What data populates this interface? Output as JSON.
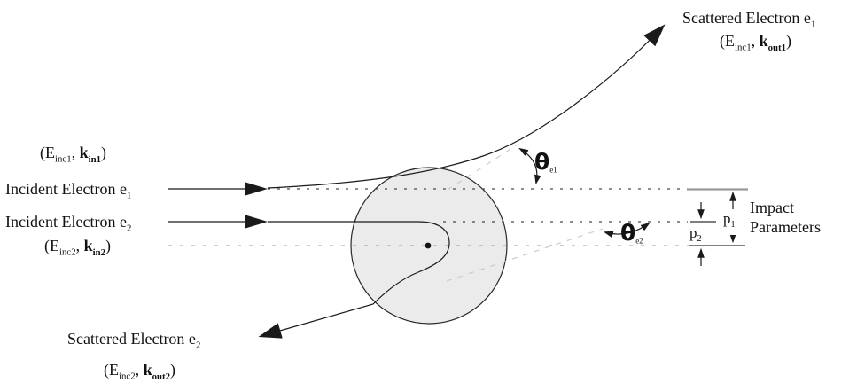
{
  "figure": {
    "type": "physics-scattering-diagram",
    "description": "Two incident electrons scattering off a target with impact parameters p1 and p2 and scattering angles theta_e1 and theta_e2",
    "colors": {
      "background": "#ffffff",
      "target_fill": "#ebebeb",
      "solid_line": "#1a1a1a",
      "dash_dark": "#4a4a4a",
      "dash_mid": "#999999",
      "dash_light": "#c9c9c9"
    },
    "labels": {
      "energy_in1": {
        "runs": [
          {
            "t": "(E"
          },
          {
            "t": "inc1",
            "s": "sub"
          },
          {
            "t": ", "
          },
          {
            "t": "k",
            "s": "b"
          },
          {
            "t": "in1",
            "s": "bsub"
          },
          {
            "t": ")"
          }
        ]
      },
      "incident1": {
        "runs": [
          {
            "t": "Incident Electron e"
          },
          {
            "t": "1",
            "s": "sub"
          }
        ]
      },
      "incident2": {
        "runs": [
          {
            "t": "Incident Electron e"
          },
          {
            "t": "2",
            "s": "sub"
          }
        ]
      },
      "energy_in2": {
        "runs": [
          {
            "t": "(E"
          },
          {
            "t": "inc2",
            "s": "sub"
          },
          {
            "t": ", "
          },
          {
            "t": "k",
            "s": "b"
          },
          {
            "t": "in2",
            "s": "bsub"
          },
          {
            "t": ")"
          }
        ]
      },
      "scattered1": {
        "runs": [
          {
            "t": "Scattered Electron e"
          },
          {
            "t": "1",
            "s": "sub"
          }
        ]
      },
      "energy_out1": {
        "runs": [
          {
            "t": "(E"
          },
          {
            "t": "inc1",
            "s": "sub"
          },
          {
            "t": ", "
          },
          {
            "t": "k",
            "s": "b"
          },
          {
            "t": "out1",
            "s": "bsub"
          },
          {
            "t": ")"
          }
        ]
      },
      "scattered2": {
        "runs": [
          {
            "t": "Scattered Electron e"
          },
          {
            "t": "2",
            "s": "sub"
          }
        ]
      },
      "energy_out2": {
        "runs": [
          {
            "t": "(E"
          },
          {
            "t": "inc2",
            "s": "sub"
          },
          {
            "t": ", "
          },
          {
            "t": "k",
            "s": "b"
          },
          {
            "t": "out2",
            "s": "bsub"
          },
          {
            "t": ")"
          }
        ]
      },
      "theta1": {
        "runs": [
          {
            "t": "θ",
            "s": "theta"
          },
          {
            "t": "e1",
            "s": "sub"
          }
        ]
      },
      "theta2": {
        "runs": [
          {
            "t": "θ",
            "s": "theta"
          },
          {
            "t": "e2",
            "s": "sub"
          }
        ]
      },
      "p1": {
        "runs": [
          {
            "t": "p"
          },
          {
            "t": "1",
            "s": "sub"
          }
        ]
      },
      "p2": {
        "runs": [
          {
            "t": "p"
          },
          {
            "t": "2",
            "s": "sub"
          }
        ]
      },
      "impact": {
        "line1": "Impact",
        "line2": "Parameters"
      }
    }
  }
}
